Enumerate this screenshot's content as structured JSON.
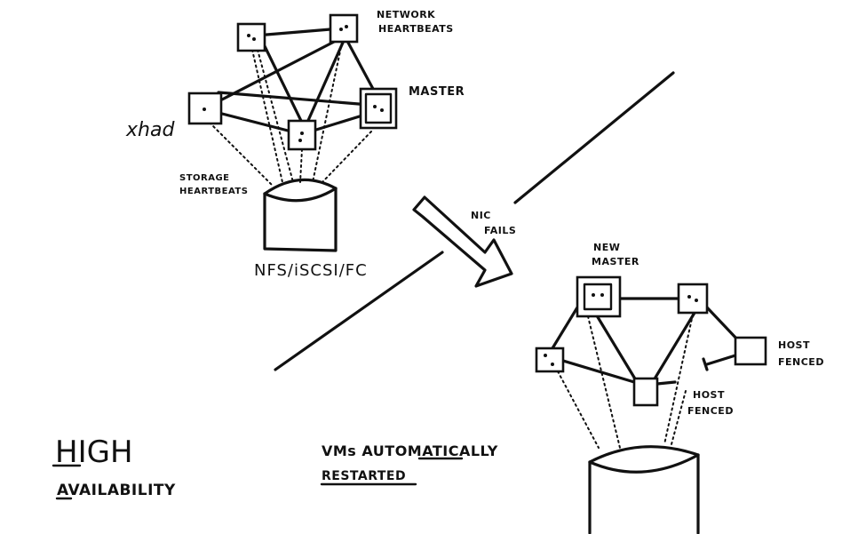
{
  "left_diagram": {
    "label_network": [
      "NETWORK",
      "HEARTBEATS"
    ],
    "label_master": "MASTER",
    "label_xhad": "xhad",
    "label_storage": [
      "STORAGE",
      "HEARTBEATS"
    ],
    "label_storage_proto": "NFS/iSCSI/FC"
  },
  "transition": {
    "label": [
      "NIC",
      "FAILS"
    ]
  },
  "right_diagram": {
    "label_new_master": [
      "NEW",
      "MASTER"
    ],
    "label_host_fenced_a": [
      "HOST",
      "FENCED"
    ],
    "label_host_fenced_b": [
      "HOST",
      "FENCED"
    ]
  },
  "captions": {
    "high": "HIGH",
    "availability": "AVAILABILITY",
    "vms_line": "VMs AUTOMATICALLY",
    "restarted": "RESTARTED"
  }
}
